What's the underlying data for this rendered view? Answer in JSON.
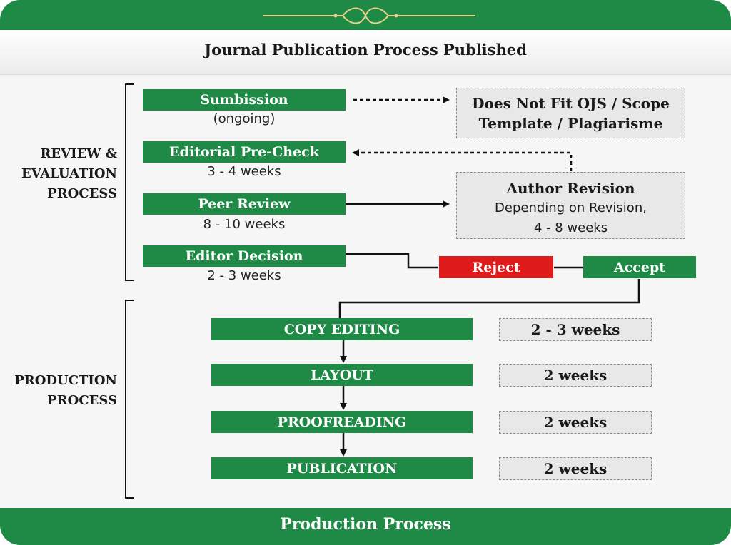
{
  "title": "Journal Publication Process Published",
  "footer": "Production Process",
  "sections": {
    "review": [
      "REVIEW &",
      "EVALUATION",
      "PROCESS"
    ],
    "production": [
      "PRODUCTION",
      "PROCESS"
    ]
  },
  "review_steps": [
    {
      "label": "Sumbission",
      "duration": "(ongoing)"
    },
    {
      "label": "Editorial Pre-Check",
      "duration": "3 - 4 weeks"
    },
    {
      "label": "Peer Review",
      "duration": "8 - 10 weeks"
    },
    {
      "label": "Editor Decision",
      "duration": "2 - 3 weeks"
    }
  ],
  "scope_box": [
    "Does Not Fit OJS / Scope",
    "Template / Plagiarisme"
  ],
  "revision_box": {
    "title": "Author Revision",
    "line1": "Depending on Revision,",
    "line2": "4 - 8 weeks"
  },
  "decision": {
    "reject": "Reject",
    "accept": "Accept"
  },
  "production_steps": [
    {
      "label": "COPY EDITING",
      "duration": "2 - 3 weeks"
    },
    {
      "label": "LAYOUT",
      "duration": "2 weeks"
    },
    {
      "label": "PROOFREADING",
      "duration": "2 weeks"
    },
    {
      "label": "PUBLICATION",
      "duration": "2 weeks"
    }
  ],
  "colors": {
    "green": "#1e8a46",
    "red": "#e01b1b",
    "grey": "#e8e8e8"
  }
}
